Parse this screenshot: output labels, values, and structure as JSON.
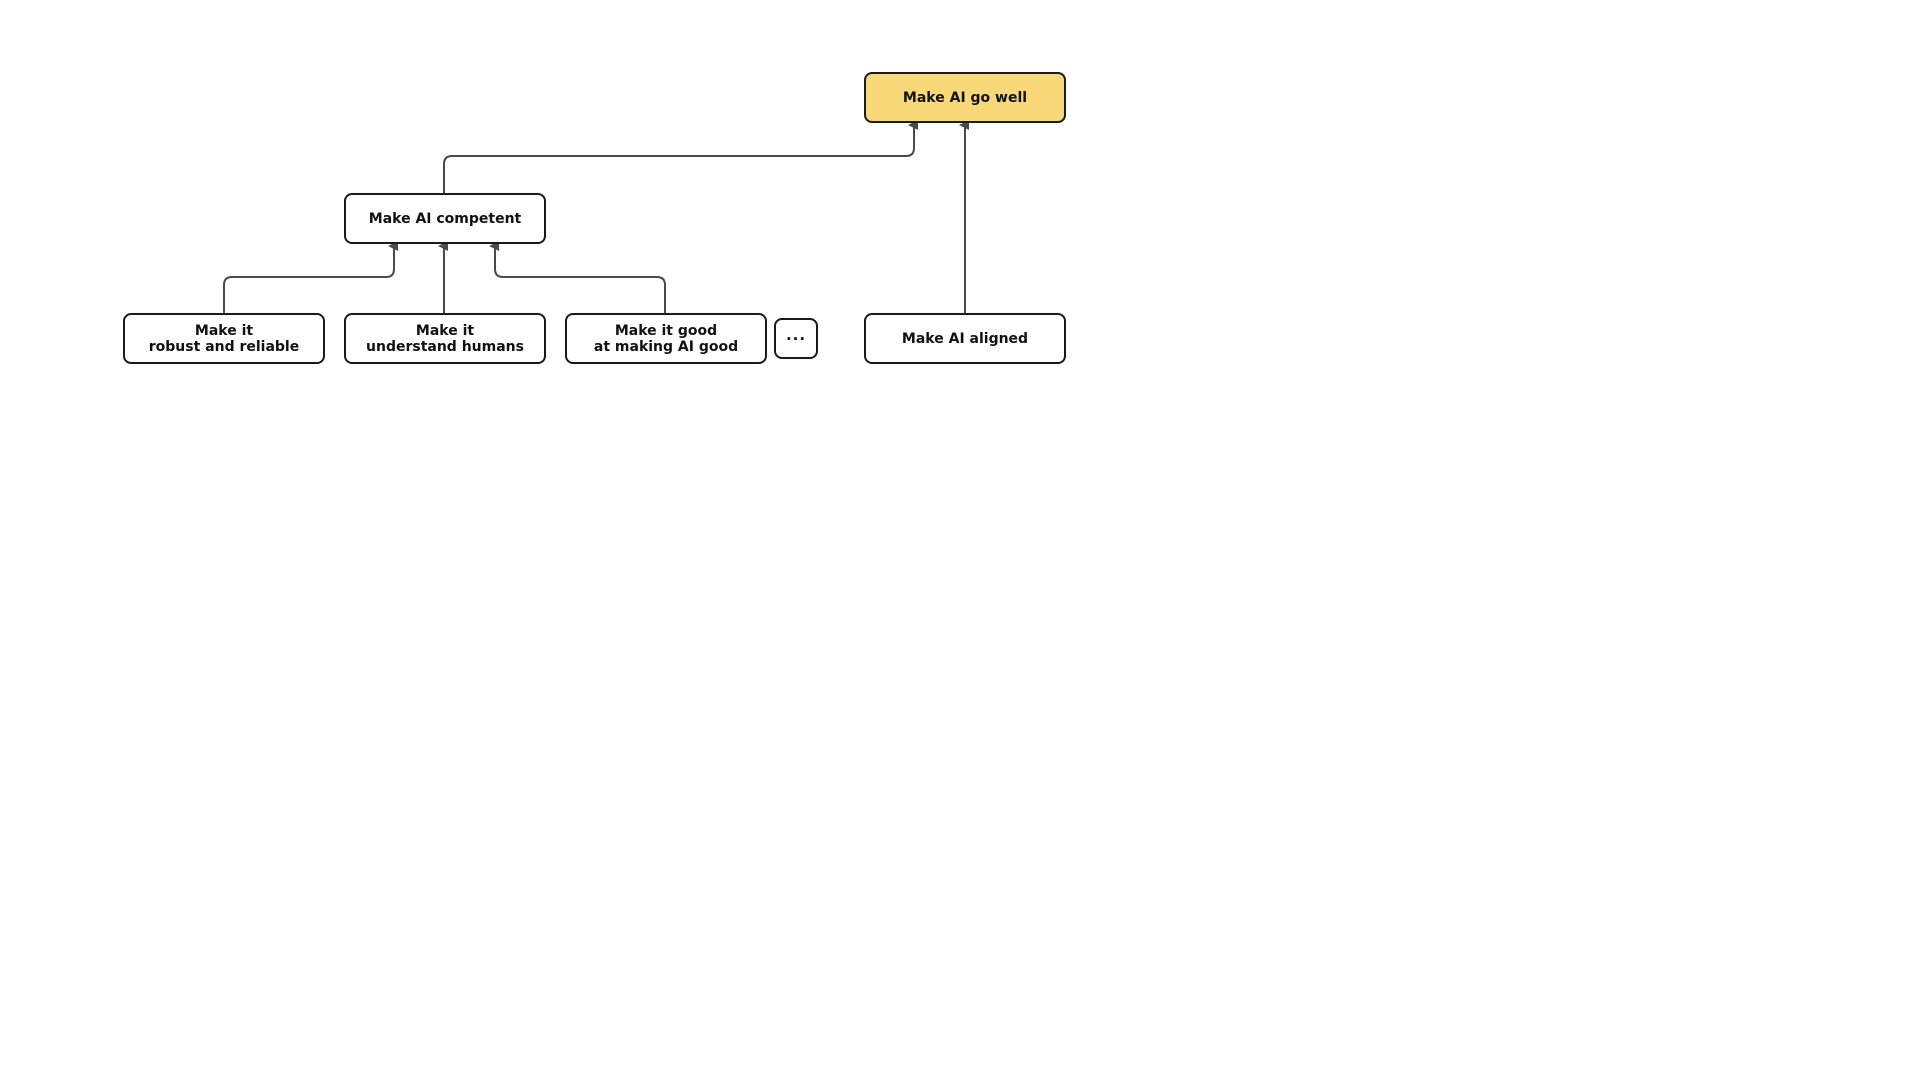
{
  "colors": {
    "root_fill": "#f8d878",
    "node_fill": "#ffffff",
    "border": "#1a1a1a",
    "connector": "#4a4a4a"
  },
  "nodes": {
    "root": {
      "label": "Make AI go well"
    },
    "competent": {
      "label": "Make AI competent"
    },
    "robust": {
      "line1": "Make it",
      "line2": "robust and reliable"
    },
    "understand": {
      "line1": "Make it",
      "line2": "understand humans"
    },
    "good": {
      "line1": "Make it good",
      "line2": "at making AI good"
    },
    "more": {
      "label": "···"
    },
    "aligned": {
      "label": "Make AI aligned"
    }
  }
}
